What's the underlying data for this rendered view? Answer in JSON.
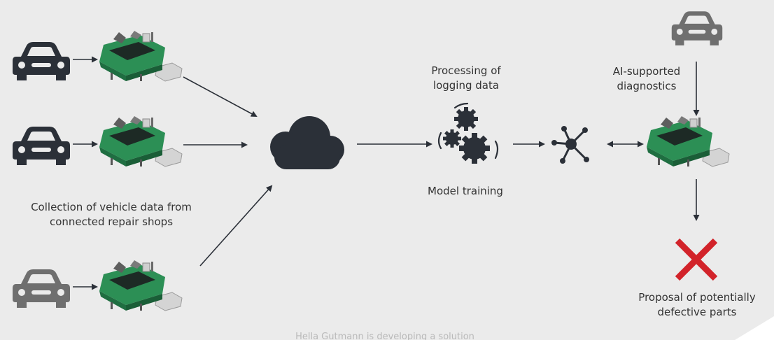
{
  "labels": {
    "collection": "Collection of vehicle data from connected repair shops",
    "processing": "Processing of logging data",
    "model_training": "Model training",
    "ai_diagnostics": "AI-supported diagnostics",
    "proposal": "Proposal of potentially defective parts"
  },
  "caption": "Hella Gutmann is developing a solution",
  "colors": {
    "background": "#ebebeb",
    "dark": "#2b3038",
    "gray": "#6f6f6f",
    "green": "#2c8f55",
    "red": "#d2232a"
  },
  "icons": [
    "car-icon",
    "diagnostic-device-icon",
    "cloud-icon",
    "gears-icon",
    "network-hub-icon",
    "cross-icon"
  ]
}
